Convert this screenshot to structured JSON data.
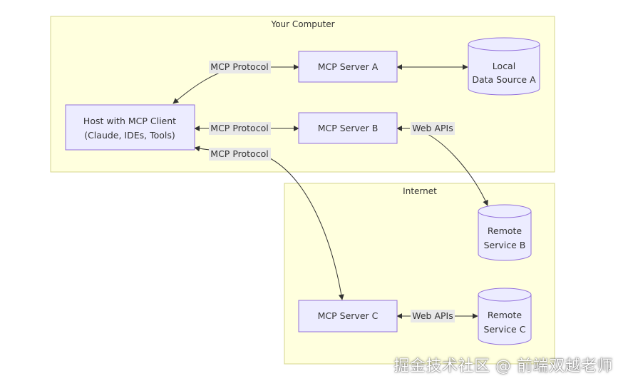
{
  "clusters": {
    "your_computer": "Your Computer",
    "internet": "Internet"
  },
  "nodes": {
    "host": [
      "Host with MCP Client",
      "(Claude, IDEs, Tools)"
    ],
    "server_a": "MCP Server A",
    "server_b": "MCP Server B",
    "server_c": "MCP Server C",
    "local_data": [
      "Local",
      "Data Source A"
    ],
    "remote_b": [
      "Remote",
      "Service B"
    ],
    "remote_c": [
      "Remote",
      "Service C"
    ]
  },
  "edge_labels": {
    "host_a": "MCP Protocol",
    "host_b": "MCP Protocol",
    "host_c": "MCP Protocol",
    "b_remote": "Web APIs",
    "c_remote": "Web APIs"
  },
  "watermark": "掘金技术社区 @ 前端双越老师",
  "colors": {
    "cluster_fill": "#ffffde",
    "cluster_stroke": "#d4d48c",
    "node_fill": "#ececff",
    "node_stroke": "#9370db",
    "edge": "#333333",
    "label_bg": "#e8e8e8"
  }
}
